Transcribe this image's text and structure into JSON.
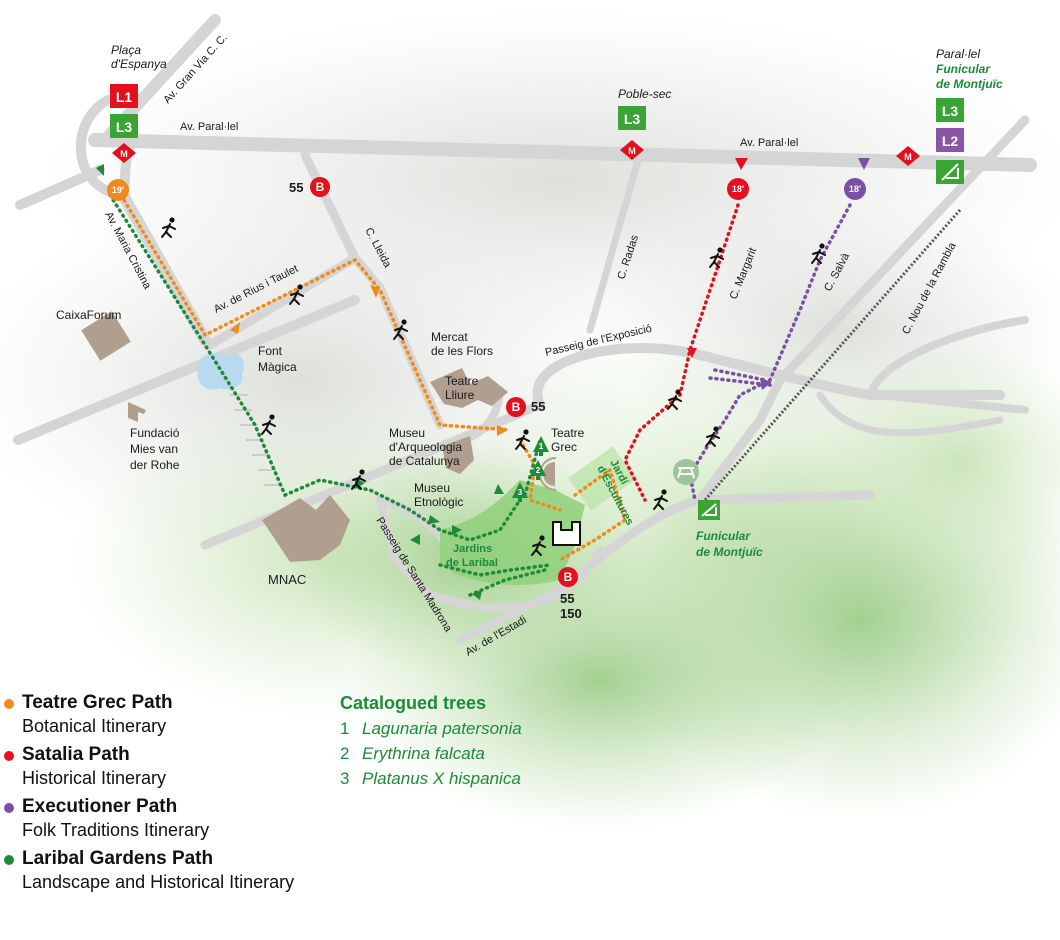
{
  "map": {
    "places": {
      "placa_espanya": [
        "Plaça",
        "d'Espanya"
      ],
      "poble_sec": "Poble-sec",
      "paralel_top": "Paral·lel",
      "funicular_top": [
        "Funicular",
        "de Montjuïc"
      ],
      "caixaforum": "CaixaForum",
      "font_magica": [
        "Font",
        "Màgica"
      ],
      "fundacio": [
        "Fundació",
        "Mies van",
        "der Rohe"
      ],
      "mercat": [
        "Mercat",
        "de les Flors"
      ],
      "teatre_lliure": [
        "Teatre",
        "Lliure"
      ],
      "museu_arqueologia": [
        "Museu",
        "d'Arqueologia",
        "de Catalunya"
      ],
      "teatre_grec": [
        "Teatre",
        "Grec"
      ],
      "museu_etnologic": [
        "Museu",
        "Etnològic"
      ],
      "mnac": "MNAC",
      "jardins_laribal": [
        "Jardins",
        "de Laribal"
      ],
      "jardi_escultures": [
        "Jardí",
        "d'Escultures"
      ],
      "funicular_bottom": [
        "Funicular",
        "de Montjuïc"
      ]
    },
    "roads": {
      "gran_via": "Av. Gran Via C. C.",
      "paralel_left": "Av. Paral·lel",
      "paralel_right": "Av. Paral·lel",
      "maria_cristina": "Av. Maria Cristina",
      "rius_taulet": "Av. de Rius i Taulet",
      "lleida": "C. Lleida",
      "radas": "C. Radas",
      "margarit": "C. Margarit",
      "salva": "C. Salvà",
      "nou_rambla": "C. Nou de la Rambla",
      "exposicio": "Passeig de l'Exposició",
      "santa_madrona": "Passeig de Santa Madrona",
      "estadi": "Av. de l'Estadi"
    },
    "metro_lines": {
      "l1": "L1",
      "l3_espanya": "L3",
      "l3_poble_sec": "L3",
      "l3_paralel": "L3",
      "l2_paralel": "L2"
    },
    "metro_symbol": "M",
    "bus_symbol": "B",
    "bus_stops": {
      "lleida": "55",
      "lliure": "55",
      "estadi": [
        "55",
        "150"
      ]
    },
    "walk_times": {
      "grec_path": "19'",
      "satalia_path": "18'",
      "executioner_path": "18'"
    },
    "tree_markers": [
      "1",
      "2",
      "3"
    ],
    "colors": {
      "orange": "#f08a1c",
      "red": "#e3101e",
      "purple": "#7b4fa6",
      "green": "#1e8a3a",
      "metro_red": "#e3101e",
      "metro_green": "#3aa535",
      "metro_purple": "#8a55a5",
      "road": "#d5d5d5",
      "building": "#b09f8e",
      "water": "#b9d9ef",
      "park": "#7ac15e"
    }
  },
  "legend": {
    "items": [
      {
        "title": "Teatre Grec Path",
        "subtitle": "Botanical Itinerary",
        "color": "#f08a1c"
      },
      {
        "title": "Satalia Path",
        "subtitle": "Historical Itinerary",
        "color": "#e3101e"
      },
      {
        "title": "Executioner Path",
        "subtitle": "Folk Traditions Itinerary",
        "color": "#7b4fa6"
      },
      {
        "title": "Laribal Gardens Path",
        "subtitle": "Landscape and Historical Itinerary",
        "color": "#1e8a3a"
      }
    ]
  },
  "trees": {
    "title": "Catalogued trees",
    "items": [
      {
        "num": "1",
        "name": "Lagunaria patersonia"
      },
      {
        "num": "2",
        "name": "Erythrina falcata"
      },
      {
        "num": "3",
        "name": "Platanus X hispanica"
      }
    ]
  }
}
